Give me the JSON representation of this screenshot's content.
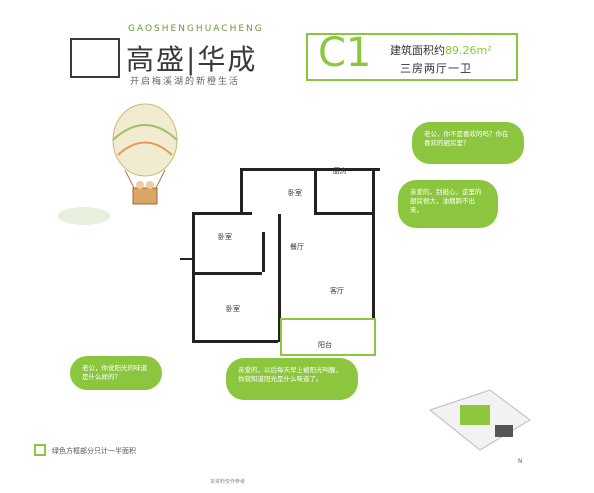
{
  "header": {
    "pinyin": "GAOSHENGHUACHENG",
    "brand": "高盛|华成",
    "slogan": "开启梅溪湖的新橙生活"
  },
  "unit": {
    "code": "C1",
    "area_label": "建筑面积约",
    "area_value": "89.26m²",
    "layout": "三房两厅一卫"
  },
  "bubbles": {
    "top": "老公，你不是喜欢的吗？你在喜欢的厨房里？",
    "right": "亲爱的，别担心，这里的厨房很大，油烟跑不出来。",
    "bottom_left": "老公，你说阳光的味道是什么样的？",
    "bottom_right": "亲爱的，以后每天早上被阳光叫醒，你就知道阳光是什么味道了。"
  },
  "rooms": {
    "bedroom_top": "卧室",
    "kitchen": "厨房",
    "bedroom_left": "卧室",
    "dining": "餐厅",
    "bedroom_bottom": "卧室",
    "living": "客厅",
    "balcony": "阳台"
  },
  "legend": {
    "text": "绿色方框部分只计一半面积"
  },
  "footer": {
    "text": "本资料仅作参考"
  }
}
